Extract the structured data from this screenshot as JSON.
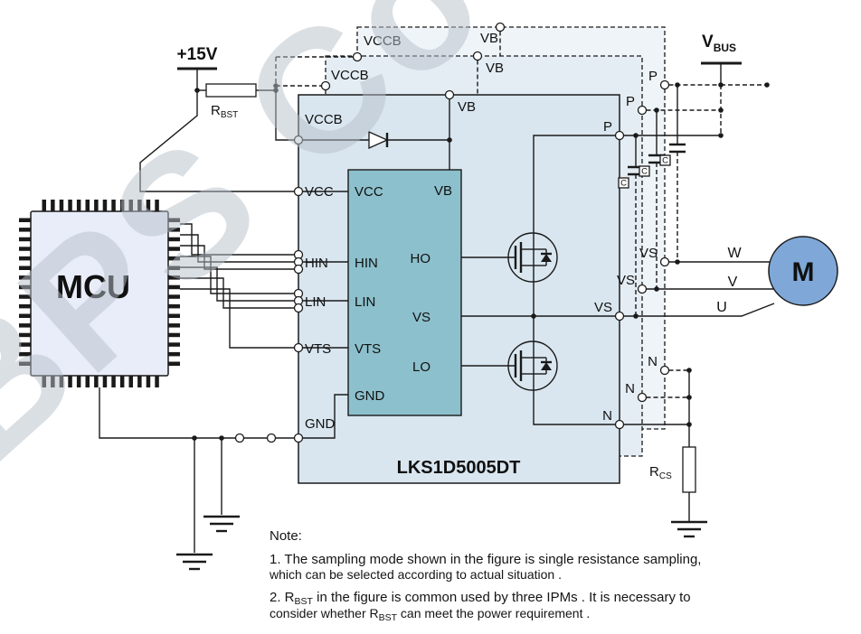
{
  "watermark": "BPS Co",
  "mcu": {
    "label": "MCU"
  },
  "power": {
    "v15_label": "+15V",
    "vbus_main": "V",
    "vbus_sub": "BUS",
    "rbst_main": "R",
    "rbst_sub": "BST",
    "rcs_main": "R",
    "rcs_sub": "CS"
  },
  "ipm": {
    "part_number": "LKS1D5005DT",
    "pins": {
      "vccb": "VCCB",
      "vcc": "VCC",
      "hin": "HIN",
      "lin": "LIN",
      "vts": "VTS",
      "gnd": "GND",
      "vb": "VB",
      "ho": "HO",
      "vs": "VS",
      "lo": "LO",
      "p": "P",
      "n": "N"
    },
    "cap_label": "C"
  },
  "motor": {
    "label": "M",
    "phases": {
      "w": "W",
      "v": "V",
      "u": "U"
    }
  },
  "notes": {
    "title": "Note:",
    "n1_line1": "1. The sampling mode shown in the figure is single resistance sampling,",
    "n1_line2": "which can be selected according to actual situation .",
    "n2_pre": "2. R",
    "n2_sub": "BST",
    "n2_post": " in the figure is common used by three IPMs . It is necessary to",
    "n2b_pre": "consider whether R",
    "n2b_sub": "BST",
    "n2b_post": " can meet the power requirement ."
  }
}
